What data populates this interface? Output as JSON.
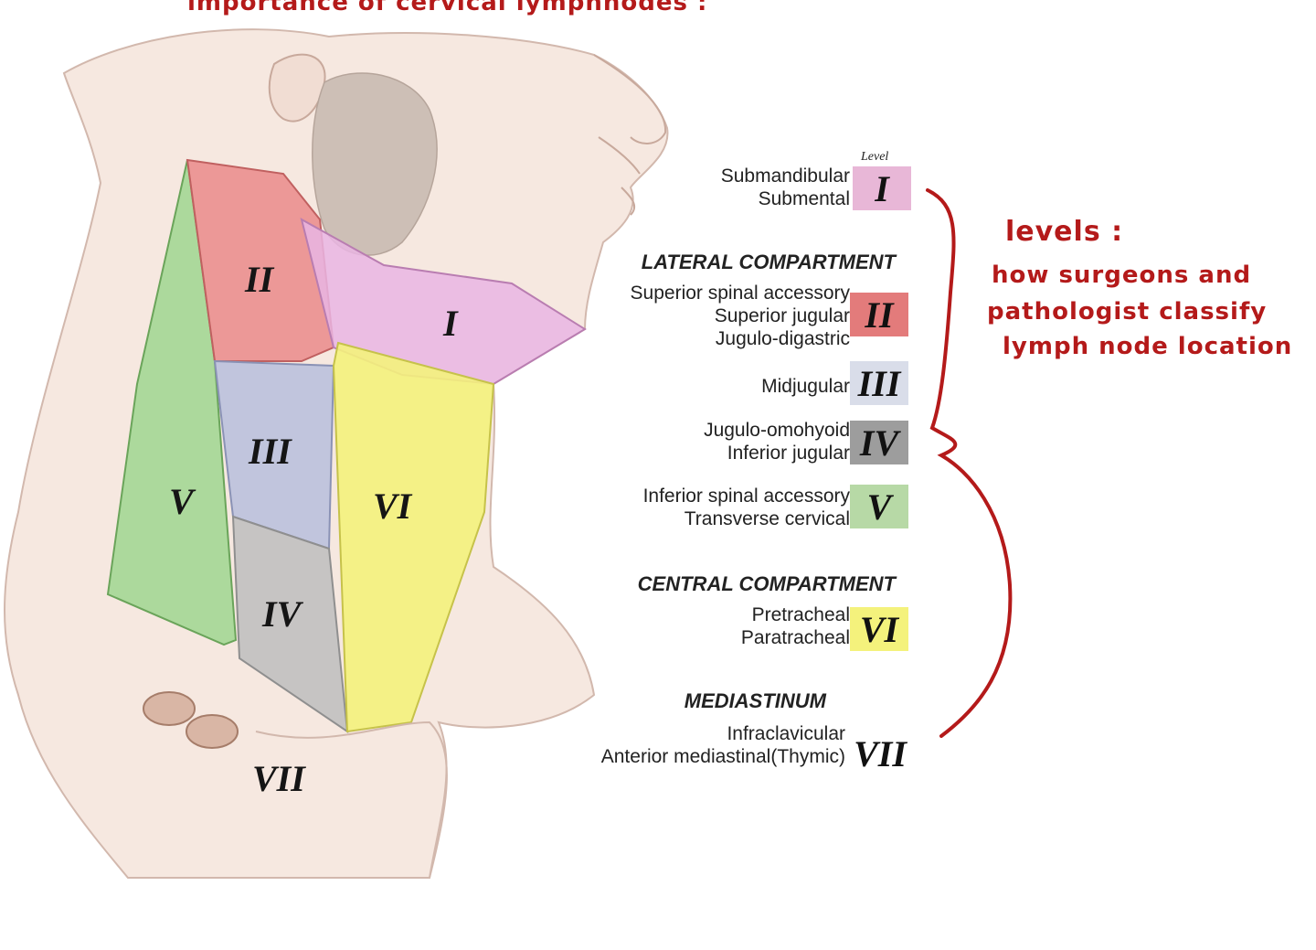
{
  "handwritten": {
    "title": "importance of cervical lymphnodes :",
    "levels_heading": "levels :",
    "levels_note": [
      "how surgeons and",
      "pathologist classify",
      "lymph node location"
    ]
  },
  "legend": {
    "level_word": "Level",
    "compartments": {
      "lateral": "LATERAL COMPARTMENT",
      "central": "CENTRAL COMPARTMENT",
      "mediastinum": "MEDIASTINUM"
    },
    "levels": [
      {
        "numeral": "I",
        "lines": [
          "Submandibular",
          "Submental"
        ],
        "color": "#e8b7d7"
      },
      {
        "numeral": "II",
        "lines": [
          "Superior spinal accessory",
          "Superior jugular",
          "Jugulo-digastric"
        ],
        "color": "#e37b7b"
      },
      {
        "numeral": "III",
        "lines": [
          "Midjugular"
        ],
        "color": "#d9dde9"
      },
      {
        "numeral": "IV",
        "lines": [
          "Jugulo-omohyoid",
          "Inferior jugular"
        ],
        "color": "#9d9d9d"
      },
      {
        "numeral": "V",
        "lines": [
          "Inferior spinal accessory",
          "Transverse cervical"
        ],
        "color": "#b7d9a6"
      },
      {
        "numeral": "VI",
        "lines": [
          "Pretracheal",
          "Paratracheal"
        ],
        "color": "#f4f27c"
      },
      {
        "numeral": "VII",
        "lines": [
          "Infraclavicular",
          "Anterior mediastinal(Thymic)"
        ],
        "color": "#ffffff"
      }
    ]
  },
  "region_labels": {
    "I": "I",
    "II": "II",
    "III": "III",
    "IV": "IV",
    "V": "V",
    "VI": "VI",
    "VII": "VII"
  },
  "colors": {
    "annotation": "#b41a1a",
    "skin": "#f6e8e0",
    "outline": "#d2b8ad"
  }
}
